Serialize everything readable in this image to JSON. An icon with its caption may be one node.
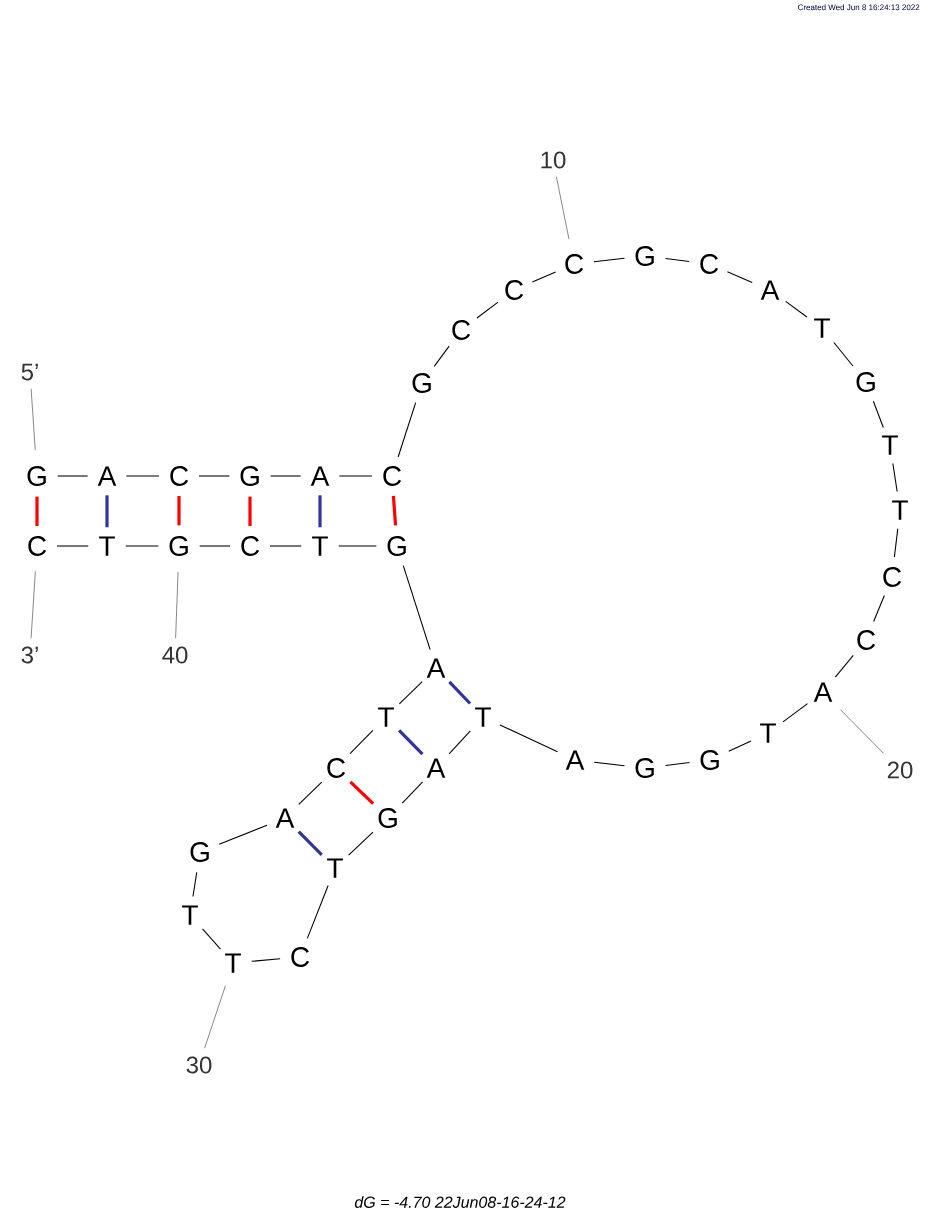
{
  "diagram": {
    "caption": "dG = -4.70 22Jun08-16-24-12",
    "nodes": [
      {
        "text": [
          "G"
        ]
      },
      {
        "text": [
          "A"
        ]
      },
      {
        "text": [
          "C"
        ]
      },
      {
        "text": [
          "G"
        ]
      },
      {
        "text": [
          "A"
        ]
      },
      {
        "text": [
          "C"
        ]
      },
      {
        "text": [
          "G"
        ]
      },
      {
        "text": [
          "C"
        ]
      },
      {
        "text": [
          "C"
        ]
      },
      {
        "text": [
          "C"
        ]
      },
      {
        "text": [
          "G"
        ]
      },
      {
        "text": [
          "C"
        ]
      },
      {
        "text": [
          "A"
        ]
      },
      {
        "text": [
          "T"
        ]
      },
      {
        "text": [
          "G"
        ]
      },
      {
        "text": [
          "T"
        ]
      },
      {
        "text": [
          "T"
        ]
      },
      {
        "text": [
          "C"
        ]
      },
      {
        "text": [
          "C"
        ]
      },
      {
        "text": [
          "A"
        ]
      },
      {
        "text": [
          "T"
        ]
      },
      {
        "text": [
          "G"
        ]
      },
      {
        "text": [
          "G"
        ]
      },
      {
        "text": [
          "A"
        ]
      },
      {
        "text": [
          "T"
        ]
      },
      {
        "text": [
          "A"
        ]
      },
      {
        "text": [
          "G"
        ]
      },
      {
        "text": [
          "T"
        ]
      },
      {
        "text": [
          "C"
        ]
      },
      {
        "text": [
          "T"
        ]
      },
      {
        "text": [
          "T"
        ]
      },
      {
        "text": [
          "G"
        ]
      },
      {
        "text": [
          "A"
        ]
      },
      {
        "text": [
          "C"
        ]
      },
      {
        "text": [
          "T"
        ]
      },
      {
        "text": [
          "A"
        ]
      },
      {
        "text": [
          "G"
        ]
      },
      {
        "text": [
          "T"
        ]
      },
      {
        "text": [
          "C"
        ]
      },
      {
        "text": [
          "G"
        ]
      },
      {
        "text": [
          "T"
        ]
      },
      {
        "text": [
          "C"
        ]
      },
      {
        "text": [
          "5’"
        ]
      },
      {
        "text": [
          "3’"
        ]
      },
      {
        "text": [
          "10"
        ]
      },
      {
        "text": [
          "20"
        ]
      },
      {
        "text": [
          "30"
        ]
      },
      {
        "text": [
          "40"
        ]
      }
    ],
    "edges": [
      {
        "from": 0,
        "to": 1,
        "arrow": "none"
      },
      {
        "from": 1,
        "to": 2,
        "arrow": "none"
      },
      {
        "from": 2,
        "to": 3,
        "arrow": "none"
      },
      {
        "from": 3,
        "to": 4,
        "arrow": "none"
      },
      {
        "from": 4,
        "to": 5,
        "arrow": "none"
      },
      {
        "from": 5,
        "to": 6,
        "arrow": "none"
      },
      {
        "from": 6,
        "to": 7,
        "arrow": "none"
      },
      {
        "from": 7,
        "to": 8,
        "arrow": "none"
      },
      {
        "from": 8,
        "to": 9,
        "arrow": "none"
      },
      {
        "from": 9,
        "to": 10,
        "arrow": "none"
      },
      {
        "from": 10,
        "to": 11,
        "arrow": "none"
      },
      {
        "from": 11,
        "to": 12,
        "arrow": "none"
      },
      {
        "from": 12,
        "to": 13,
        "arrow": "none"
      },
      {
        "from": 13,
        "to": 14,
        "arrow": "none"
      },
      {
        "from": 14,
        "to": 15,
        "arrow": "none"
      },
      {
        "from": 15,
        "to": 16,
        "arrow": "none"
      },
      {
        "from": 16,
        "to": 17,
        "arrow": "none"
      },
      {
        "from": 17,
        "to": 18,
        "arrow": "none"
      },
      {
        "from": 18,
        "to": 19,
        "arrow": "none"
      },
      {
        "from": 19,
        "to": 20,
        "arrow": "none"
      },
      {
        "from": 20,
        "to": 21,
        "arrow": "none"
      },
      {
        "from": 21,
        "to": 22,
        "arrow": "none"
      },
      {
        "from": 22,
        "to": 23,
        "arrow": "none"
      },
      {
        "from": 23,
        "to": 24,
        "arrow": "none"
      },
      {
        "from": 24,
        "to": 25,
        "arrow": "none"
      },
      {
        "from": 25,
        "to": 26,
        "arrow": "none"
      },
      {
        "from": 26,
        "to": 27,
        "arrow": "none"
      },
      {
        "from": 27,
        "to": 28,
        "arrow": "none"
      },
      {
        "from": 28,
        "to": 29,
        "arrow": "none"
      },
      {
        "from": 29,
        "to": 30,
        "arrow": "none"
      },
      {
        "from": 30,
        "to": 31,
        "arrow": "none"
      },
      {
        "from": 31,
        "to": 32,
        "arrow": "none"
      },
      {
        "from": 32,
        "to": 33,
        "arrow": "none"
      },
      {
        "from": 33,
        "to": 34,
        "arrow": "none"
      },
      {
        "from": 34,
        "to": 35,
        "arrow": "none"
      },
      {
        "from": 35,
        "to": 36,
        "arrow": "none"
      },
      {
        "from": 36,
        "to": 37,
        "arrow": "none"
      },
      {
        "from": 37,
        "to": 38,
        "arrow": "none"
      },
      {
        "from": 38,
        "to": 39,
        "arrow": "none"
      },
      {
        "from": 39,
        "to": 40,
        "arrow": "none"
      },
      {
        "from": 40,
        "to": 41,
        "arrow": "none"
      },
      {
        "from": 0,
        "to": 41,
        "arrow": "none",
        "style": "thick",
        "color": "#ff0000"
      },
      {
        "from": 1,
        "to": 40,
        "arrow": "none",
        "style": "thick",
        "color": "#333399"
      },
      {
        "from": 2,
        "to": 39,
        "arrow": "none",
        "style": "thick",
        "color": "#ff0000"
      },
      {
        "from": 3,
        "to": 38,
        "arrow": "none",
        "style": "thick",
        "color": "#ff0000"
      },
      {
        "from": 4,
        "to": 37,
        "arrow": "none",
        "style": "thick",
        "color": "#333399"
      },
      {
        "from": 5,
        "to": 36,
        "arrow": "none",
        "style": "thick",
        "color": "#ff0000"
      },
      {
        "from": 35,
        "to": 24,
        "arrow": "none",
        "style": "thick",
        "color": "#333399"
      },
      {
        "from": 34,
        "to": 25,
        "arrow": "none",
        "style": "thick",
        "color": "#333399"
      },
      {
        "from": 33,
        "to": 26,
        "arrow": "none",
        "style": "thick",
        "color": "#ff0000"
      },
      {
        "from": 32,
        "to": 27,
        "arrow": "none",
        "style": "thick",
        "color": "#333399"
      },
      {
        "from": 42,
        "to": 0,
        "arrow": "none"
      },
      {
        "from": 43,
        "to": 41,
        "arrow": "none"
      },
      {
        "from": 44,
        "to": 9,
        "arrow": "none"
      },
      {
        "from": 45,
        "to": 19,
        "arrow": "none"
      },
      {
        "from": 46,
        "to": 29,
        "arrow": "none"
      },
      {
        "from": 47,
        "to": 39,
        "arrow": "none"
      }
    ],
    "labels": [
      "Created Wed Jun 8 16:24:13 2022"
    ]
  }
}
